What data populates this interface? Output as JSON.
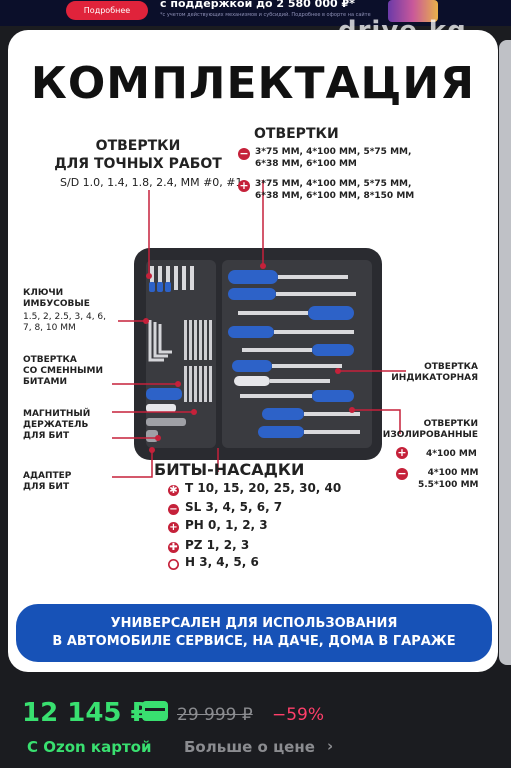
{
  "ad_banner": {
    "button_label": "Подробнее",
    "headline": "с поддержкой до 2 580 000 ₽*",
    "fineprint": "*с учетом действующих механизмов и субсидий. Подробнее в офорте на сайте"
  },
  "watermark": "drive.kg",
  "card": {
    "title": "КОМПЛЕКТАЦИЯ",
    "precision": {
      "heading": "ОТВЕРТКИ\nДЛЯ ТОЧНЫХ РАБОТ",
      "sizes": "S/D 1.0, 1.4, 1.8, 2.4, MM #0, #1"
    },
    "screwdrivers": {
      "heading": "ОТВЕРТКИ",
      "slotted": "3*75 MM, 4*100 MM, 5*75 MM,\n6*38 MM, 6*100 MM",
      "phillips": "3*75 MM, 4*100 MM, 5*75 MM,\n6*38 MM, 6*100 MM, 8*150 MM"
    },
    "hex_keys": {
      "heading": "КЛЮЧИ\nИМБУСОВЫЕ",
      "sizes": "1.5, 2, 2.5, 3, 4, 6,\n7, 8, 10 MM"
    },
    "bit_driver": "ОТВЕРТКА\nСО СМЕННЫМИ\nБИТАМИ",
    "magnetic_holder": "МАГНИТНЫЙ\nДЕРЖАТЕЛЬ\nДЛЯ БИТ",
    "adapter": "АДАПТЕР\nДЛЯ БИТ",
    "indicator": "ОТВЕРТКА\nИНДИКАТОРНАЯ",
    "insulated": {
      "heading": "ОТВЕРТКИ\nИЗОЛИРОВАННЫЕ",
      "phillips_size": "4*100 MM",
      "slotted_size": "4*100 MM\n5.5*100 MM"
    },
    "bits": {
      "heading": "БИТЫ-НАСАДКИ",
      "rows": [
        {
          "icon": "torx-icon",
          "symbol": "✱",
          "text": "T 10, 15, 20, 25, 30, 40"
        },
        {
          "icon": "slotted-icon",
          "symbol": "−",
          "text": "SL 3, 4, 5, 6, 7"
        },
        {
          "icon": "phillips-icon",
          "symbol": "+",
          "text": "PH 0, 1, 2, 3"
        },
        {
          "icon": "pozidriv-icon",
          "symbol": "✚",
          "text": "PZ 1, 2, 3"
        },
        {
          "icon": "hex-icon",
          "symbol": "●",
          "text": "H 3, 4, 5, 6"
        }
      ]
    },
    "banner": "УНИВЕРСАЛЕН ДЛЯ ИСПОЛЬЗОВАНИЯ\nВ АВТОМОБИЛЕ СЕРВИСЕ, НА ДАЧЕ, ДОМА В ГАРАЖЕ"
  },
  "pricing": {
    "price": "12 145 ₽",
    "old_price": "29 999 ₽",
    "discount": "−59%",
    "ozon_card": "С Ozon картой",
    "more": "Больше о цене",
    "more_chevron": "›"
  },
  "colors": {
    "accent_red": "#c5213a",
    "handle_blue": "#2d62c8",
    "price_green": "#39e070",
    "discount_pink": "#ff3f6a",
    "banner_blue": "#1752b7"
  }
}
